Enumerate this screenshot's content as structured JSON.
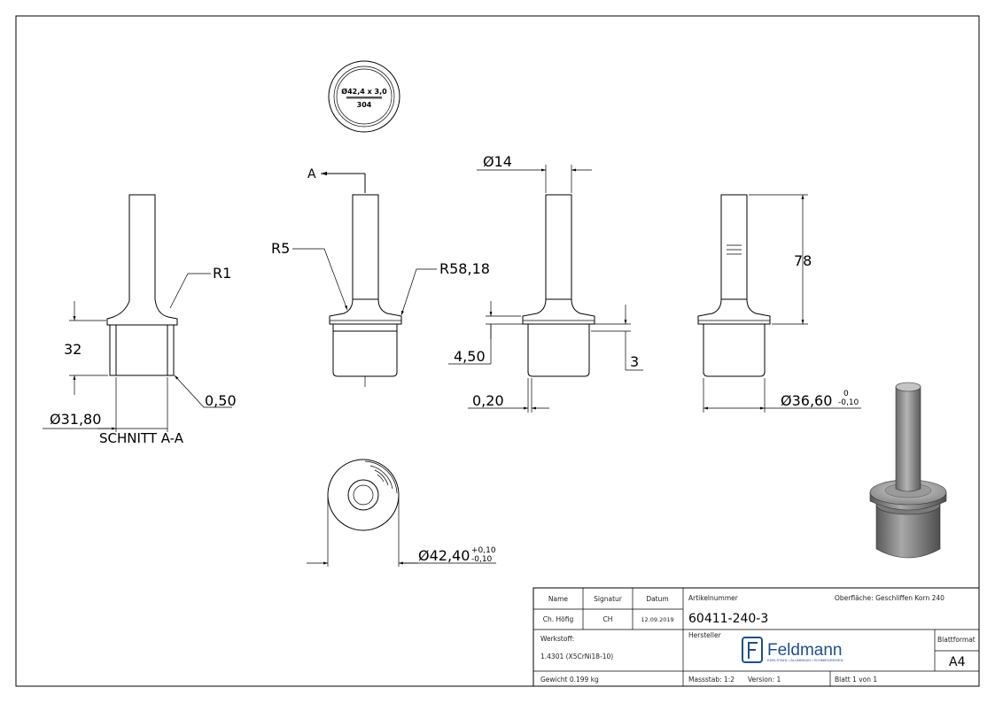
{
  "drawing": {
    "dims": {
      "r1": "R1",
      "d32": "32",
      "c050": "0,50",
      "d3180": "Ø31,80",
      "section": "SCHNITT A-A",
      "a": "A",
      "r5": "R5",
      "r5818": "R58,18",
      "d14": "Ø14",
      "d450": "4,50",
      "d3": "3",
      "d020": "0,20",
      "d78": "78",
      "d3660": "Ø36,60",
      "tol3660_up": "0",
      "tol3660_lo": "-0,10",
      "d4240": "Ø42,40",
      "tol4240_up": "+0,10",
      "tol4240_lo": "-0,10"
    },
    "engraving": {
      "line1": "Ø42,4 x 3,0",
      "line3": "304"
    }
  },
  "title_block": {
    "name_label": "Name",
    "signatur_label": "Signatur",
    "datum_label": "Datum",
    "name_value": "Ch. Höfig",
    "signatur_value": "CH",
    "datum_value": "12.09.2019",
    "artikel_label": "Artikelnummer",
    "artikel_value": "60411-240-3",
    "oberflaeche": "Oberfläche:  Geschliffen Korn 240",
    "werkstoff_label": "Werkstoff:",
    "werkstoff_value": "1.4301 (X5CrNi18-10)",
    "hersteller_label": "Hersteller",
    "brand_name": "Feldmann",
    "brand_tagline": "EDELSTAHL • ALUMINIUM • SCHMIEDEEISEN",
    "blattformat_label": "Blattformat",
    "blattformat_value": "A4",
    "gewicht": "Gewicht 0.199 kg",
    "massstab": "Massstab: 1:2",
    "version": "Version: 1",
    "blatt": "Blatt 1 von 1"
  }
}
